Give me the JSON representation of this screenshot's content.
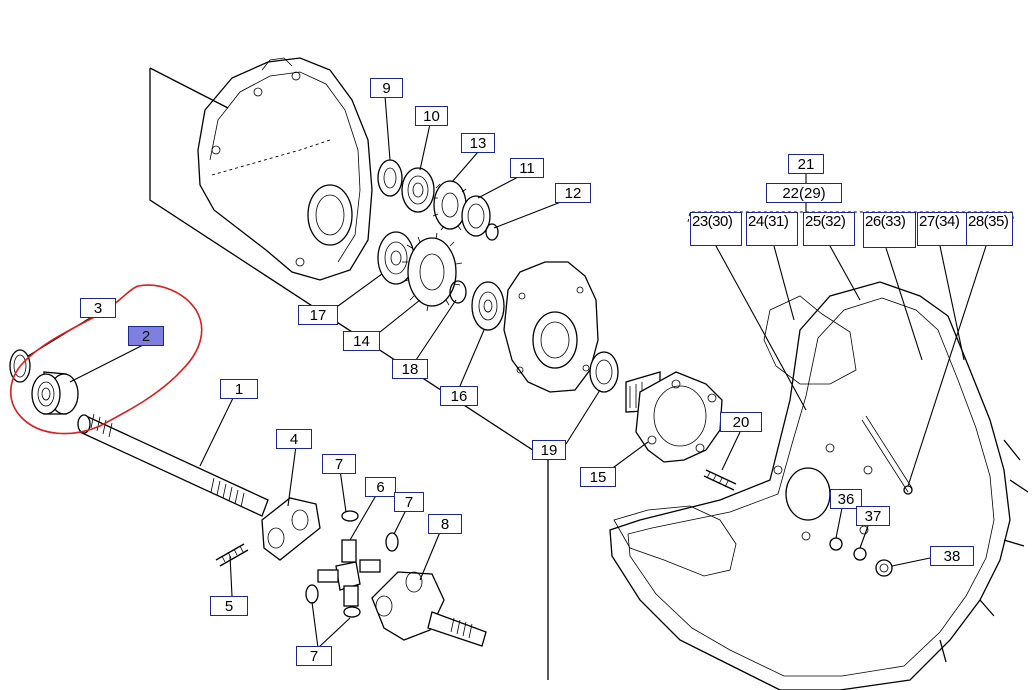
{
  "callouts": {
    "c1": "1",
    "c2": "2",
    "c3": "3",
    "c4": "4",
    "c5": "5",
    "c6": "6",
    "c7a": "7",
    "c7b": "7",
    "c7c": "7",
    "c8": "8",
    "c9": "9",
    "c10": "10",
    "c11": "11",
    "c12": "12",
    "c13": "13",
    "c14": "14",
    "c15": "15",
    "c16": "16",
    "c17": "17",
    "c18": "18",
    "c19": "19",
    "c20": "20",
    "c21": "21",
    "c22": "22(29)",
    "c23": "23(30)",
    "c24": "24(31)",
    "c25": "25(32)",
    "c26": "26(33)",
    "c27": "27(34)",
    "c28": "28(35)",
    "c36": "36",
    "c37": "37",
    "c38": "38"
  },
  "selected_callout": "2",
  "colors": {
    "ink": "#000000",
    "callout_border": "#1a2a8c",
    "selected_fill": "#7f7fe0",
    "annotation_red": "#d81e1e"
  }
}
